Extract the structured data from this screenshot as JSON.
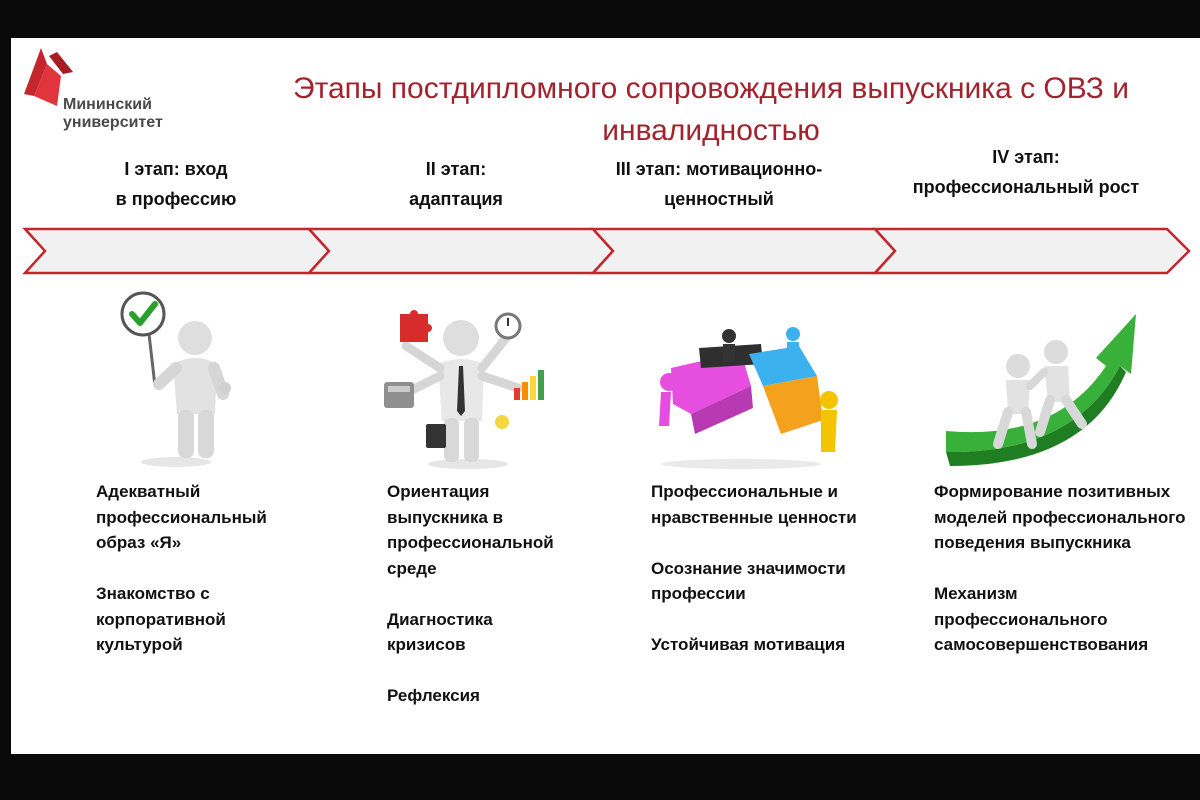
{
  "logo": {
    "line1": "Мининский",
    "line2": "университет",
    "brand_color": "#c4262e"
  },
  "title": {
    "line1": "Этапы постдипломного сопровождения выпускника с ОВЗ и",
    "line2": "инвалидностью",
    "color": "#a2232e"
  },
  "stages": [
    {
      "header1": "I этап: вход",
      "header2": "в профессию",
      "illustration_icon": "person-with-checkmark-sign-icon",
      "items": [
        "Адекватный\nпрофессиональный\nобраз «Я»",
        "Знакомство с\nкорпоративной\nкультурой"
      ]
    },
    {
      "header1": "II этап:",
      "header2": "адаптация",
      "illustration_icon": "multitasking-person-icon",
      "items": [
        "Ориентация\nвыпускника в\nпрофессиональной\nсреде",
        "Диагностика\nкризисов",
        "Рефлексия"
      ]
    },
    {
      "header1": "III этап: мотивационно-",
      "header2": "ценностный",
      "illustration_icon": "puzzle-team-icon",
      "items": [
        "Профессиональные и\nнравственные ценности",
        "Осознание значимости\nпрофессии",
        "Устойчивая мотивация"
      ]
    },
    {
      "header1": "IV этап:",
      "header2": "профессиональный рост",
      "illustration_icon": "growth-arrow-team-icon",
      "items": [
        "Формирование позитивных\nмоделей профессионального\nповедения выпускника",
        "Механизм\nпрофессионального\nсамосовершенствования"
      ]
    }
  ],
  "arrow_colors": {
    "fill": "#f1f1f1",
    "stroke": "#c4262e"
  }
}
